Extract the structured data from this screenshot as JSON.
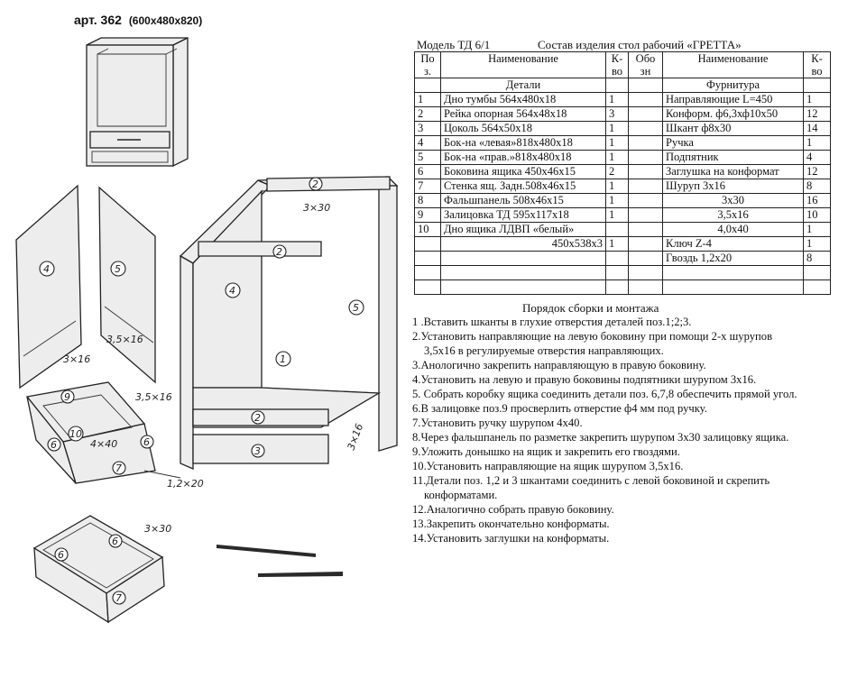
{
  "article": {
    "label": "арт. 362",
    "size": "(600x480x820)"
  },
  "doc": {
    "model": "Модель ТД 6/1",
    "composition": "Состав изделия стол рабочий «ГРЕТТА»"
  },
  "table": {
    "col_headers": {
      "pos": [
        "По",
        "з."
      ],
      "name": "Наименование",
      "qty": [
        "К-",
        "во"
      ],
      "des": [
        "Обо",
        "зн"
      ],
      "fname": "Наименование",
      "fqty": [
        "К-",
        "во"
      ]
    },
    "parts_header": "Детали",
    "fittings_header": "Фурнитура",
    "rows": [
      {
        "pos": "1",
        "name": "Дно тумбы 564х480х18",
        "qty": "1",
        "des": "",
        "fname": "Направляющие L=450",
        "fqty": "1"
      },
      {
        "pos": "2",
        "name": "Рейка опорная 564х48х18",
        "qty": "3",
        "des": "",
        "fname": "Конформ. ф6,3хф10х50",
        "fqty": "12"
      },
      {
        "pos": "3",
        "name": "Цоколь  564х50х18",
        "qty": "1",
        "des": "",
        "fname": "Шкант ф8х30",
        "fqty": "14"
      },
      {
        "pos": "4",
        "name": "Бок-на «левая»818х480х18",
        "qty": "1",
        "des": "",
        "fname": "Ручка",
        "fqty": "1"
      },
      {
        "pos": "5",
        "name": "Бок-на «прав.»818х480х18",
        "qty": "1",
        "des": "",
        "fname": "Подпятник",
        "fqty": "4"
      },
      {
        "pos": "6",
        "name": "Боковина ящика 450х46х15",
        "qty": "2",
        "des": "",
        "fname": "Заглушка на конформат",
        "fqty": "12"
      },
      {
        "pos": "7",
        "name": "Стенка ящ. Задн.508х46х15",
        "qty": "1",
        "des": "",
        "fname": "Шуруп   3х16",
        "fqty": "8"
      },
      {
        "pos": "8",
        "name": "Фальшпанель 508х46х15",
        "qty": "1",
        "des": "",
        "fname": "3х30",
        "fqty": "16"
      },
      {
        "pos": "9",
        "name": "Залицовка ТД 595х117х18",
        "qty": "1",
        "des": "",
        "fname": "3,5х16",
        "fqty": "10"
      },
      {
        "pos": "10",
        "name": "Дно ящика ЛДВП «белый»",
        "qty": "",
        "des": "",
        "fname": "4,0х40",
        "fqty": "1"
      },
      {
        "pos": "",
        "name": "450х538х3",
        "qty": "1",
        "des": "",
        "fname": "Ключ Z-4",
        "fqty": "1"
      },
      {
        "pos": "",
        "name": "",
        "qty": "",
        "des": "",
        "fname": "Гвоздь 1,2х20",
        "fqty": "8"
      },
      {
        "pos": "",
        "name": "",
        "qty": "",
        "des": "",
        "fname": "",
        "fqty": ""
      },
      {
        "pos": "",
        "name": "",
        "qty": "",
        "des": "",
        "fname": "",
        "fqty": ""
      }
    ]
  },
  "assembly": {
    "title": "Порядок сборки и монтажа",
    "steps": [
      {
        "text": "1 .Вставить шканты в глухие отверстия деталей поз.1;2;3.",
        "cont": ""
      },
      {
        "text": "2.Установить направляющие на левую боковину при помощи  2-х шурупов",
        "cont": "3,5х16 в регулируемые отверстия направляющих."
      },
      {
        "text": "3.Анологично закрепить направляющую в правую боковину.",
        "cont": ""
      },
      {
        "text": "4.Установить на левую и правую боковины подпятники шурупом 3х16.",
        "cont": ""
      },
      {
        "text": "5. Собрать коробку ящика соединить детали поз. 6,7,8 обеспечить прямой угол.",
        "cont": ""
      },
      {
        "text": "6.В залицовке поз.9 просверлить отверстие ф4 мм под ручку.",
        "cont": ""
      },
      {
        "text": "7.Установить ручку шурупом 4х40.",
        "cont": ""
      },
      {
        "text": "8.Через фальшпанель по разметке закрепить шурупом 3х30 залицовку ящика.",
        "cont": ""
      },
      {
        "text": "9.Уложить донышко на ящик и закрепить его гвоздями.",
        "cont": ""
      },
      {
        "text": "10.Установить направляющие на ящик шурупом 3,5х16.",
        "cont": ""
      },
      {
        "text": "11.Детали поз. 1,2 и 3 шкантами соединить с левой боковиной и скрепить",
        "cont": "конформатами."
      },
      {
        "text": "12.Аналогично собрать правую боковину.",
        "cont": ""
      },
      {
        "text": "13.Закрепить окончательно конформаты.",
        "cont": ""
      },
      {
        "text": "14.Установить заглушки на конформаты.",
        "cont": ""
      }
    ]
  },
  "drawing_labels": {
    "d_3x30_top": "3×30",
    "d_3_5x16": "3,5×16",
    "d_3x16_left": "3×16",
    "d_3_5x16_drawer": "3,5×16",
    "d_4x40": "4×40",
    "d_1_2x20": "1,2×20",
    "d_3x16_right": "3×16",
    "d_3x30_bottom": "3×30",
    "n1": "1",
    "n2a": "2",
    "n2b": "2",
    "n2c": "2",
    "n3": "3",
    "n4a": "4",
    "n4b": "4",
    "n5a": "5",
    "n5b": "5",
    "n6a": "6",
    "n6b": "6",
    "n6c": "6",
    "n7a": "7",
    "n7b": "7",
    "n9": "9",
    "n10": "10"
  }
}
